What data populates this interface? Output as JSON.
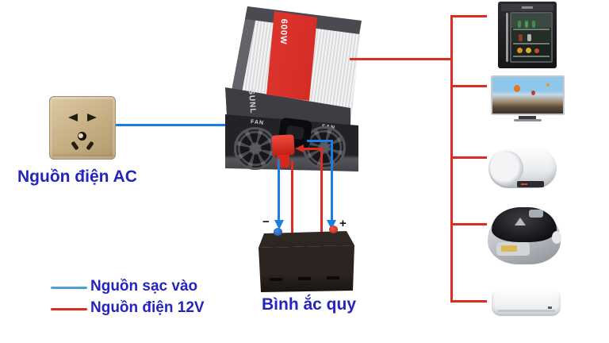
{
  "labels": {
    "ac_source": "Nguồn điện AC",
    "battery": "Bình ắc quy",
    "battery_minus": "−",
    "battery_plus": "+"
  },
  "legend": {
    "items": [
      {
        "label": "Nguồn sạc vào",
        "color": "#4ba1d9"
      },
      {
        "label": "Nguồn điện 12V",
        "color": "#dd2c20"
      }
    ]
  },
  "inverter": {
    "brand": "SUNL",
    "power_label": "600W",
    "fan_label": "FAN"
  },
  "appliance_icons": [
    {
      "name": "mini-fridge-icon"
    },
    {
      "name": "television-icon"
    },
    {
      "name": "water-heater-icon"
    },
    {
      "name": "rice-cooker-icon"
    },
    {
      "name": "air-conditioner-icon"
    }
  ],
  "colors": {
    "wire_ac_blue": "#1a7de2",
    "wire_dc_red": "#dd2c20",
    "label_text": "#2424be"
  }
}
